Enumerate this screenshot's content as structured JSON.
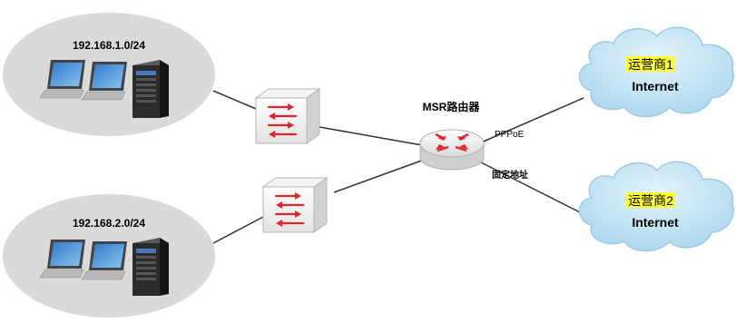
{
  "lans": [
    {
      "subnet": "192.168.1.0/24"
    },
    {
      "subnet": "192.168.2.0/24"
    }
  ],
  "router": {
    "label": "MSR路由器"
  },
  "links": {
    "isp1_link": "PPPoE",
    "isp2_link": "固定地址"
  },
  "isps": [
    {
      "name": "运营商1",
      "net": "Internet"
    },
    {
      "name": "运营商2",
      "net": "Internet"
    }
  ],
  "colors": {
    "lan_ellipse": "#dadada",
    "cloud": "#bfe3f3",
    "cloud_stroke": "#9bcbe3",
    "isp_highlight": "#ffff33",
    "arrow": "#e0252a",
    "link": "#333333"
  }
}
